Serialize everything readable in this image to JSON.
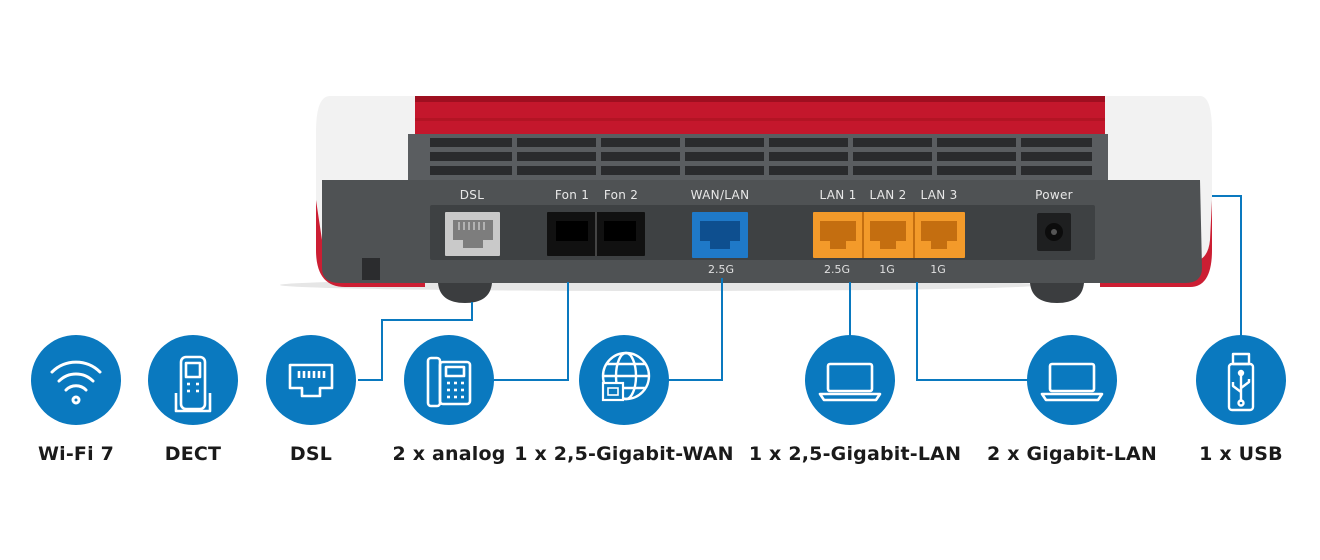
{
  "colors": {
    "accent": "#0a79bf",
    "housing_red": "#c4172c",
    "panel_gray": "#4f5254",
    "port_blue": "#1f79c8",
    "port_orange": "#f39a2a"
  },
  "router": {
    "ports": {
      "dsl": "DSL",
      "fon1": "Fon 1",
      "fon2": "Fon 2",
      "wanlan": "WAN/LAN",
      "lan1": "LAN 1",
      "lan2": "LAN 2",
      "lan3": "LAN 3",
      "power": "Power"
    },
    "speeds": {
      "wan": "2.5G",
      "lan1": "2.5G",
      "lan2": "1G",
      "lan3": "1G"
    }
  },
  "features": [
    {
      "label": "Wi-Fi 7",
      "icon": "wifi-icon"
    },
    {
      "label": "DECT",
      "icon": "dect-phone-icon"
    },
    {
      "label": "DSL",
      "icon": "dsl-port-icon"
    },
    {
      "label": "2 x analog",
      "icon": "analog-phone-icon"
    },
    {
      "label": "1 x 2,5-Gigabit-WAN",
      "icon": "globe-icon"
    },
    {
      "label": "1 x 2,5-Gigabit-LAN",
      "icon": "laptop-icon"
    },
    {
      "label": "2 x Gigabit-LAN",
      "icon": "laptop-icon"
    },
    {
      "label": "1 x USB",
      "icon": "usb-icon"
    }
  ]
}
